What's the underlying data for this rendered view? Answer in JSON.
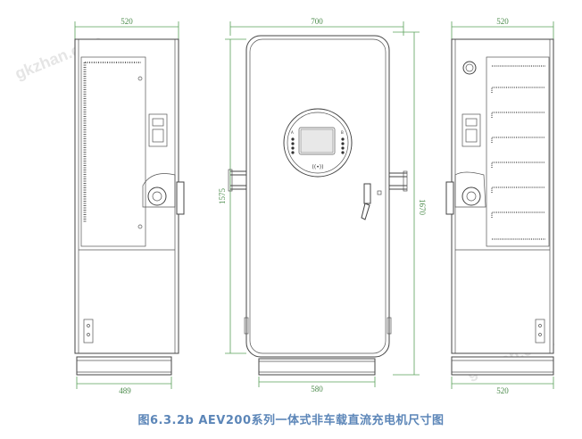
{
  "dimensions": {
    "left_top_width": "520",
    "left_bottom_width": "489",
    "front_top_width": "700",
    "front_bottom_width": "580",
    "front_height_left": "1575",
    "front_height_right": "1670",
    "right_top_width": "520",
    "right_bottom_width": "520"
  },
  "caption": "图6.3.2b  AEV200系列一体式非车载直流充电机尺寸图",
  "watermarks": [
    "gkzhan.com",
    "gkzhan.com"
  ],
  "colors": {
    "dimension": "#5aa05a",
    "caption": "#5c86b8",
    "outline": "#444444"
  }
}
